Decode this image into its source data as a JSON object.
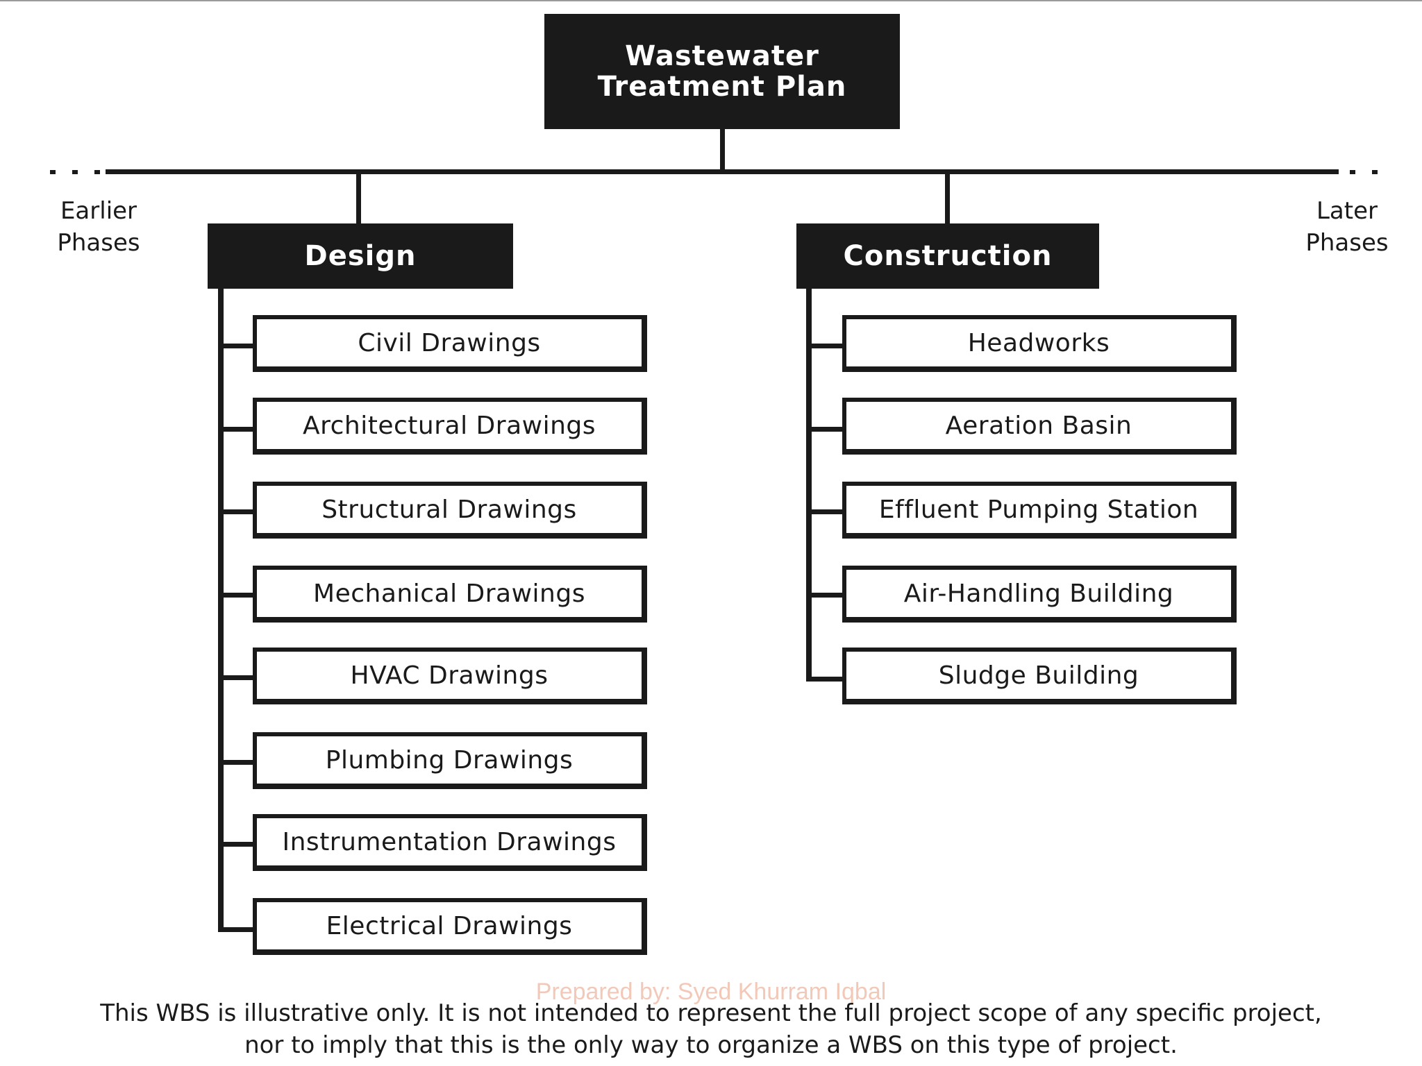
{
  "root": {
    "label": "Wastewater\nTreatment Plan"
  },
  "side_labels": {
    "left": "Earlier\nPhases",
    "right": "Later\nPhases"
  },
  "branches": [
    {
      "label": "Design",
      "items": [
        "Civil Drawings",
        "Architectural Drawings",
        "Structural Drawings",
        "Mechanical Drawings",
        "HVAC Drawings",
        "Plumbing Drawings",
        "Instrumentation Drawings",
        "Electrical Drawings"
      ]
    },
    {
      "label": "Construction",
      "items": [
        "Headworks",
        "Aeration Basin",
        "Effluent Pumping Station",
        "Air-Handling Building",
        "Sludge Building"
      ]
    }
  ],
  "watermark": "Prepared by: Syed Khurram Iqbal",
  "disclaimer": "This WBS is illustrative only. It is not intended to represent the full project scope of any specific project,\nnor to imply that this is the only way to organize a WBS on this type of project."
}
